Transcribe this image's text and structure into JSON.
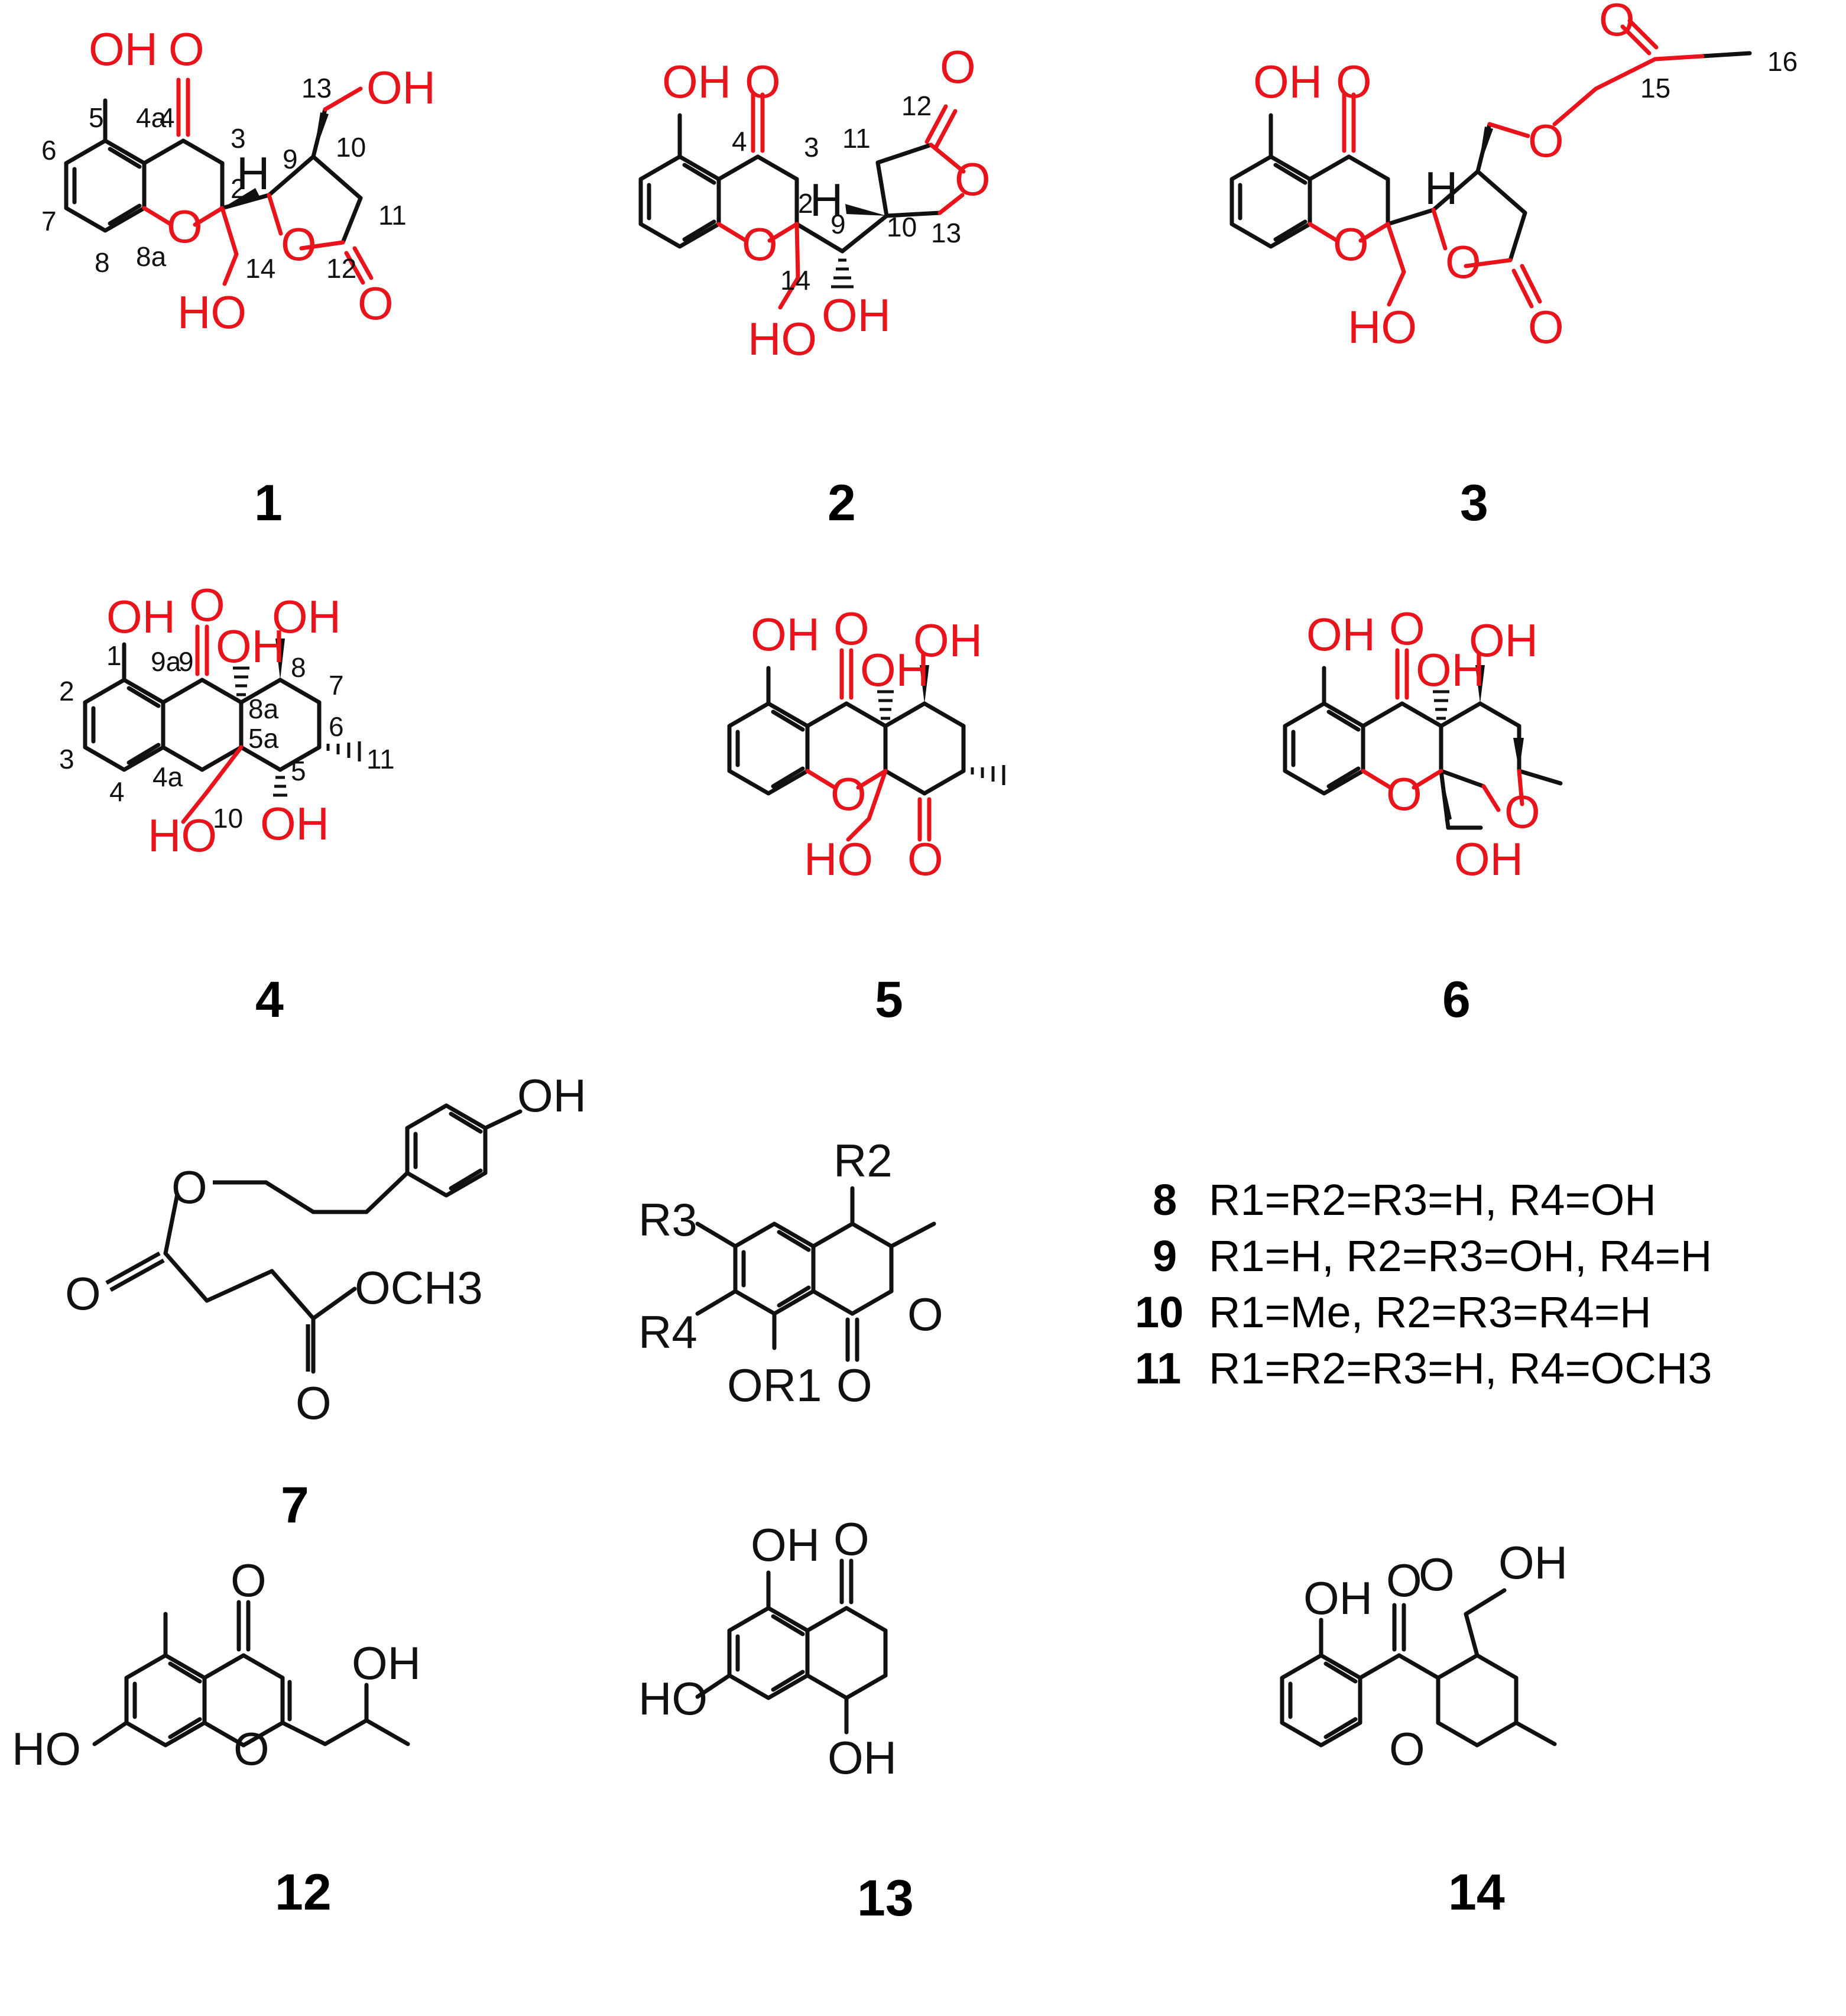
{
  "colors": {
    "bond": "#111111",
    "heteroatom": "#e8131b",
    "label": "#000000"
  },
  "compounds": [
    {
      "id": "1",
      "atoms": [
        "OH",
        "O",
        "H",
        "OH",
        "O",
        "O",
        "HO",
        "O"
      ],
      "locants": [
        "5",
        "4a",
        "4",
        "3",
        "6",
        "7",
        "8",
        "8a",
        "2",
        "9",
        "10",
        "11",
        "12",
        "13",
        "14"
      ]
    },
    {
      "id": "2",
      "atoms": [
        "OH",
        "O",
        "O",
        "O",
        "H",
        "OH",
        "HO",
        "O"
      ],
      "locants": [
        "4",
        "3",
        "2",
        "9",
        "10",
        "11",
        "12",
        "13",
        "14"
      ]
    },
    {
      "id": "3",
      "atoms": [
        "OH",
        "O",
        "O",
        "O",
        "O",
        "H",
        "O",
        "HO",
        "O"
      ],
      "locants": [
        "15",
        "16"
      ]
    },
    {
      "id": "4",
      "atoms": [
        "OH",
        "O",
        "OH",
        "OH",
        "HO",
        "OH"
      ],
      "locants": [
        "1",
        "9a",
        "9",
        "2",
        "3",
        "4",
        "4a",
        "8a",
        "5a",
        "8",
        "7",
        "6",
        "5",
        "10",
        "11"
      ]
    },
    {
      "id": "5",
      "atoms": [
        "OH",
        "O",
        "OH",
        "OH",
        "O",
        "HO",
        "O"
      ]
    },
    {
      "id": "6",
      "atoms": [
        "OH",
        "O",
        "OH",
        "OH",
        "O",
        "O",
        "OH"
      ]
    },
    {
      "id": "7",
      "atoms": [
        "OH",
        "O",
        "O",
        "O",
        "OCH3"
      ]
    },
    {
      "id": "8-11",
      "atoms": [
        "R2",
        "R3",
        "R4",
        "O",
        "O",
        "OR1"
      ]
    },
    {
      "id": "12",
      "atoms": [
        "O",
        "OH",
        "HO",
        "O"
      ]
    },
    {
      "id": "13",
      "atoms": [
        "OH",
        "O",
        "HO",
        "OH"
      ]
    },
    {
      "id": "14",
      "atoms": [
        "OH",
        "O",
        "OH",
        "O",
        "O"
      ]
    }
  ],
  "legend": [
    {
      "id": "8",
      "text": "R1=R2=R3=H, R4=OH"
    },
    {
      "id": "9",
      "text": "R1=H, R2=R3=OH, R4=H"
    },
    {
      "id": "10",
      "text": "R1=Me, R2=R3=R4=H"
    },
    {
      "id": "11",
      "text": "R1=R2=R3=H, R4=OCH3"
    }
  ]
}
